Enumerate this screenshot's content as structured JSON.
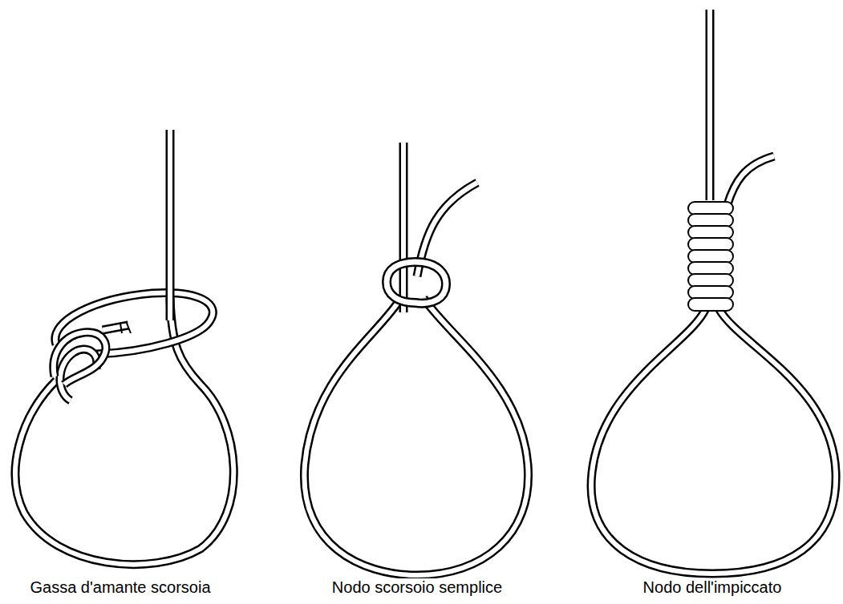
{
  "diagram": {
    "labels": [
      "Gassa d'amante scorsoia",
      "Nodo scorsoio semplice",
      "Nodo dell'impiccato"
    ]
  }
}
